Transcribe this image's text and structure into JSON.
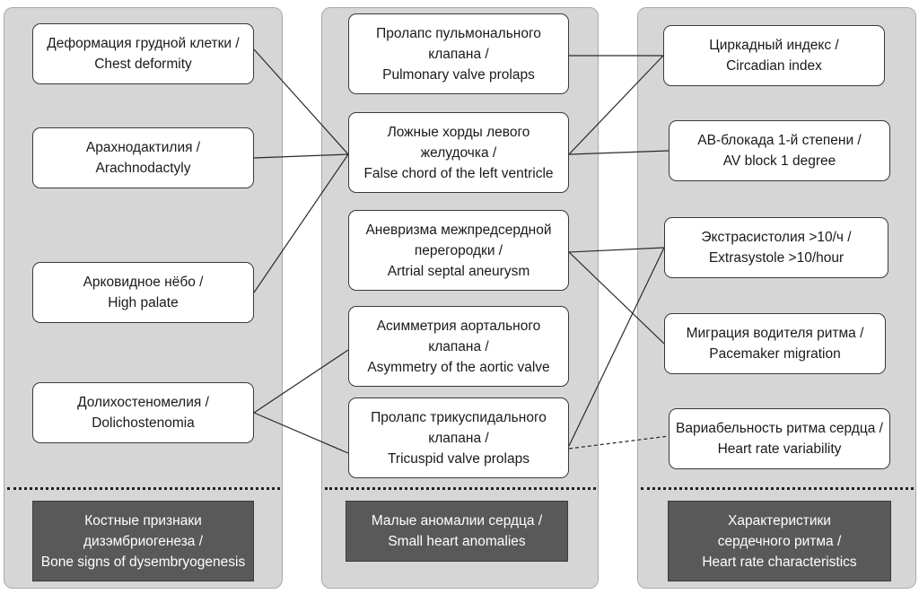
{
  "columns": {
    "bone": {
      "boxes": [
        {
          "ru": "Деформация грудной клетки /",
          "en": "Chest deformity"
        },
        {
          "ru": "Арахнодактилия /",
          "en": "Arachnodactyly"
        },
        {
          "ru": "Арковидное нёбо /",
          "en": "High palate"
        },
        {
          "ru": "Долихостеномелия /",
          "en": "Dolichostenomia"
        }
      ],
      "footer": {
        "line1": "Костные признаки",
        "line2": "дизэмбриогенеза /",
        "line3": "Bone signs of dysembryogenesis"
      }
    },
    "heart": {
      "boxes": [
        {
          "ru1": "Пролапс пульмонального",
          "ru2": "клапана /",
          "en": "Pulmonary valve prolaps"
        },
        {
          "ru1": "Ложные хорды левого",
          "ru2": "желудочка /",
          "en": "False chord of the left ventricle"
        },
        {
          "ru1": "Аневризма межпредсердной",
          "ru2": "перегородки /",
          "en": "Artrial septal aneurysm"
        },
        {
          "ru1": "Асимметрия аортального",
          "ru2": "клапана /",
          "en": "Asymmetry of the aortic valve"
        },
        {
          "ru1": "Пролапс трикуспидального",
          "ru2": "клапана /",
          "en": "Tricuspid valve prolaps"
        }
      ],
      "footer": {
        "line1": "Малые аномалии сердца /",
        "line2": "Small heart anomalies"
      }
    },
    "rhythm": {
      "boxes": [
        {
          "ru": "Циркадный индекс /",
          "en": "Circadian index"
        },
        {
          "ru": "АВ-блокада 1-й степени /",
          "en": "AV block 1 degree"
        },
        {
          "ru": "Экстрасистолия >10/ч /",
          "en": "Extrasystole >10/hour"
        },
        {
          "ru": "Миграция водителя ритма /",
          "en": "Pacemaker migration"
        },
        {
          "ru": "Вариабельность ритма сердца /",
          "en": "Heart rate variability"
        }
      ],
      "footer": {
        "line1": "Характеристики",
        "line2": "сердечного ритма /",
        "line3": "Heart rate characteristics"
      }
    }
  },
  "connections": [
    {
      "from": "chest-deformity",
      "to": "false-chord",
      "style": "solid"
    },
    {
      "from": "arachnodactyly",
      "to": "false-chord",
      "style": "solid"
    },
    {
      "from": "high-palate",
      "to": "false-chord",
      "style": "solid"
    },
    {
      "from": "dolichostenomia",
      "to": "aortic-valve-asymmetry",
      "style": "solid"
    },
    {
      "from": "dolichostenomia",
      "to": "tricuspid-valve-prolaps",
      "style": "solid"
    },
    {
      "from": "pulmonary-valve-prolaps",
      "to": "circadian-index",
      "style": "solid"
    },
    {
      "from": "false-chord",
      "to": "circadian-index",
      "style": "solid"
    },
    {
      "from": "false-chord",
      "to": "av-block",
      "style": "solid"
    },
    {
      "from": "atrial-septal-aneurysm",
      "to": "extrasystole",
      "style": "solid"
    },
    {
      "from": "atrial-septal-aneurysm",
      "to": "pacemaker-migration",
      "style": "solid"
    },
    {
      "from": "tricuspid-valve-prolaps",
      "to": "extrasystole",
      "style": "solid"
    },
    {
      "from": "tricuspid-valve-prolaps",
      "to": "heart-rate-variability",
      "style": "dashed"
    }
  ]
}
